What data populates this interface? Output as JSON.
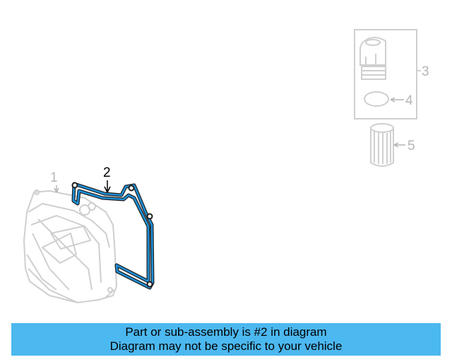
{
  "colors": {
    "highlight_part": "#1e8fd6",
    "faded_part": "#cfcfcf",
    "callout_active": "#000000",
    "callout_faded": "#b5b5b5",
    "banner_background": "#4cb8f0",
    "banner_text": "#000000"
  },
  "callouts": {
    "part_1": "1",
    "part_2": "2",
    "part_3": "3",
    "part_4": "4",
    "part_5": "5"
  },
  "banner": {
    "line1": "Part or sub-assembly is #2 in diagram",
    "line2": "Diagram may not be specific to your vehicle"
  }
}
